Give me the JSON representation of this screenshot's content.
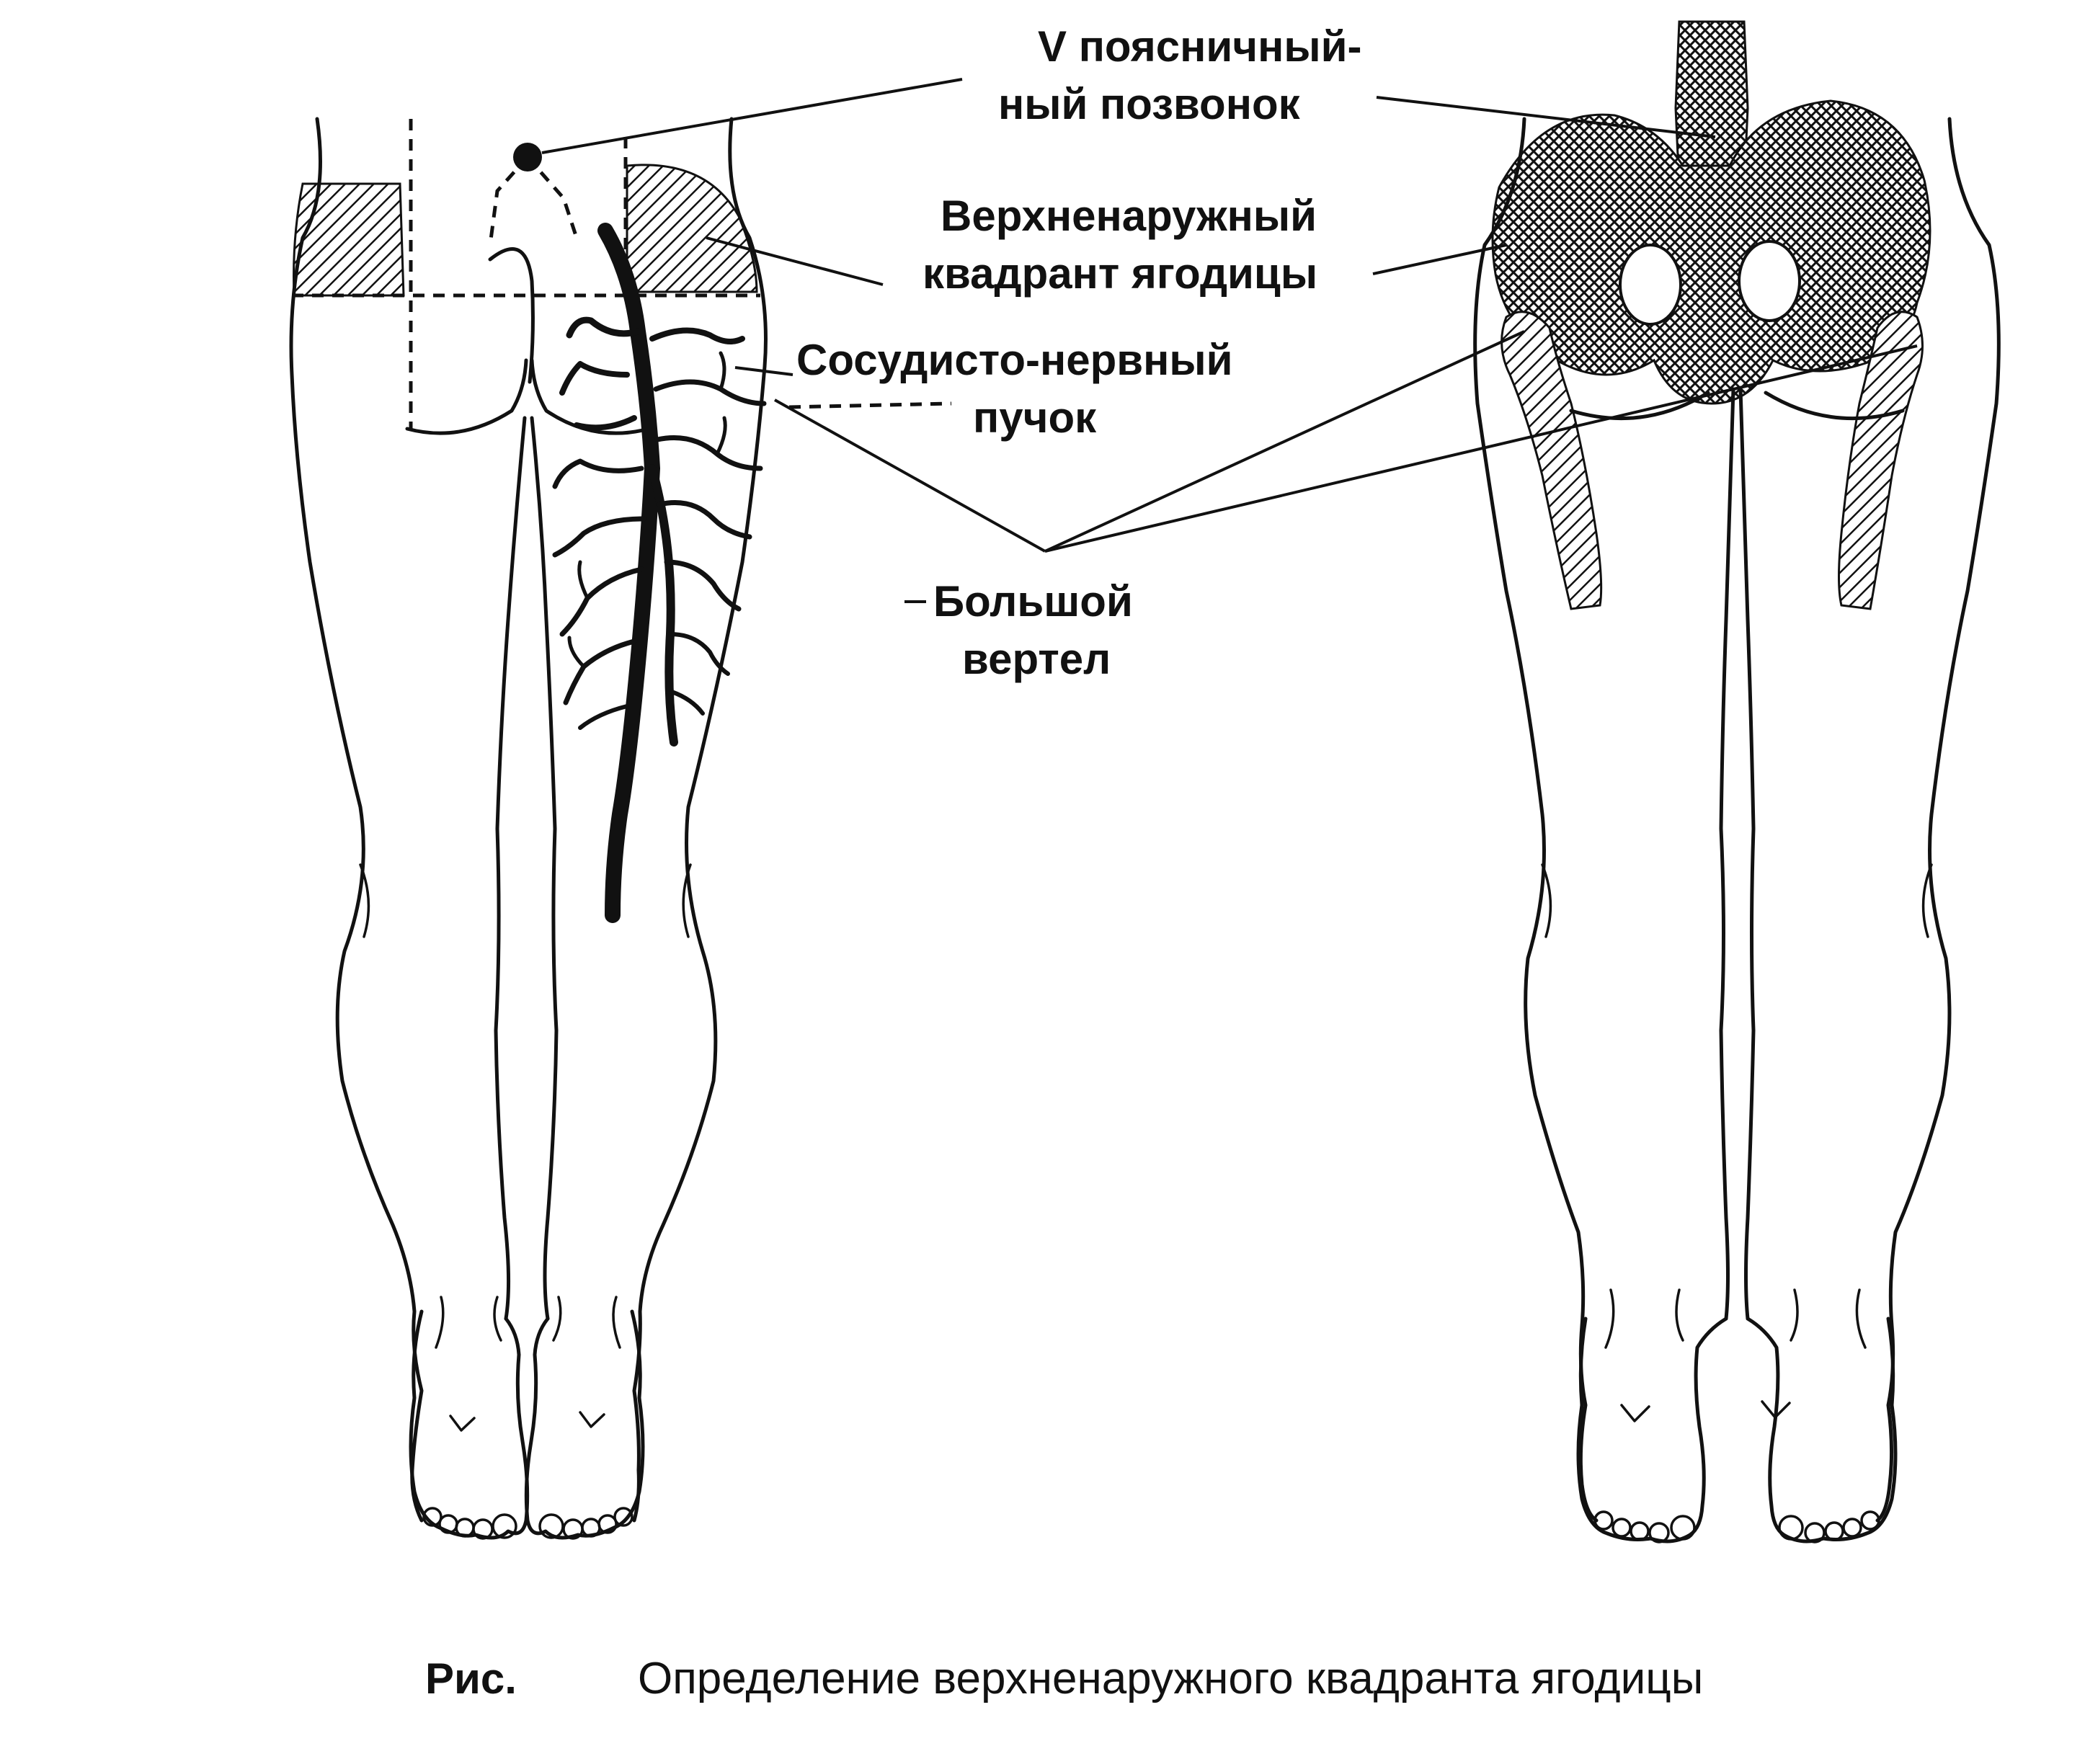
{
  "labels": {
    "vertebra_line1": "V поясничный-",
    "vertebra_line2": "ный позвонок",
    "quadrant_line1": "Верхненаружный",
    "quadrant_line2": "квадрант ягодицы",
    "bundle_line1": "Сосудисто-нервный",
    "bundle_line2": "пучок",
    "trochanter_line1": "Большой",
    "trochanter_line2": "вертел"
  },
  "caption": {
    "prefix": "Рис.",
    "text": "Определение верхненаружного квадранта ягодицы"
  }
}
